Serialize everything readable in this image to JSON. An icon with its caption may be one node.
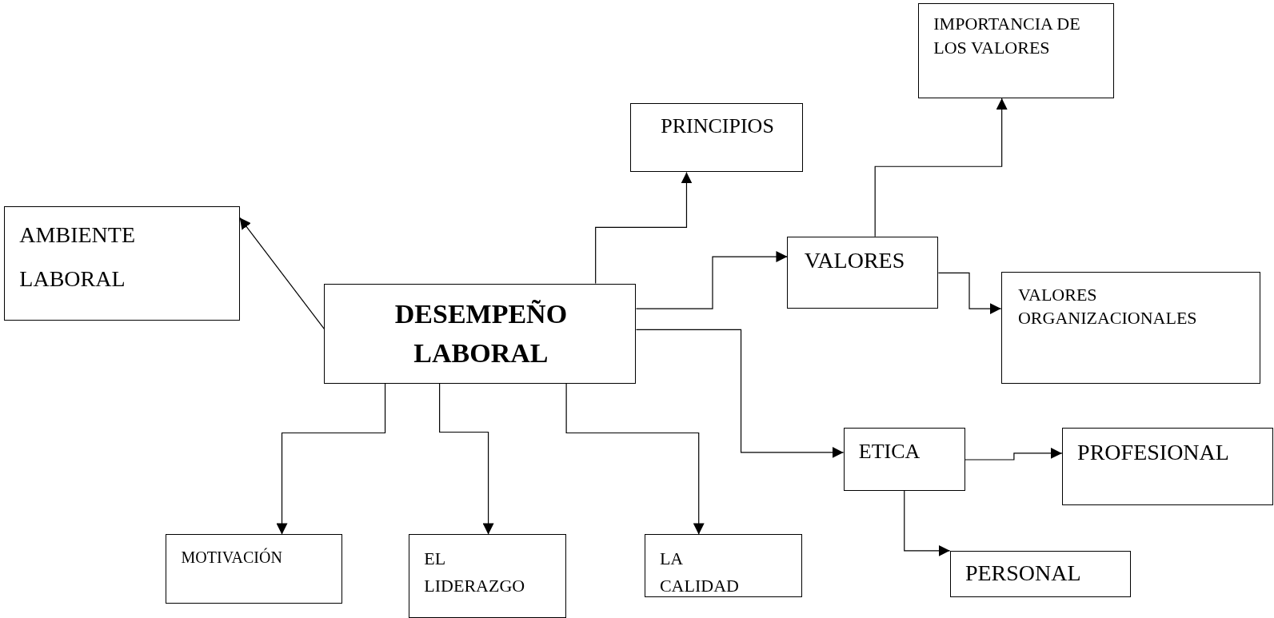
{
  "diagram": {
    "nodes": [
      {
        "text": [
          "DESEMPEÑO LABORAL"
        ]
      },
      {
        "text": [
          "AMBIENTE LABORAL"
        ]
      },
      {
        "text": [
          "PRINCIPIOS"
        ]
      },
      {
        "text": [
          "IMPORTANCIA DE LOS VALORES"
        ]
      },
      {
        "text": [
          "VALORES"
        ]
      },
      {
        "text": [
          "VALORES ORGANIZACIONALES"
        ]
      },
      {
        "text": [
          "ETICA"
        ]
      },
      {
        "text": [
          "PROFESIONAL"
        ]
      },
      {
        "text": [
          "PERSONAL"
        ]
      },
      {
        "text": [
          "MOTIVACIÓN"
        ]
      },
      {
        "text": [
          "EL LIDERAZGO"
        ]
      },
      {
        "text": [
          "LA CALIDAD"
        ]
      }
    ],
    "edges": [
      {
        "from": 0,
        "to": 1,
        "arrow": "to"
      },
      {
        "from": 0,
        "to": 2,
        "arrow": "to"
      },
      {
        "from": 0,
        "to": 4,
        "arrow": "to"
      },
      {
        "from": 0,
        "to": 6,
        "arrow": "to"
      },
      {
        "from": 0,
        "to": 9,
        "arrow": "to"
      },
      {
        "from": 0,
        "to": 10,
        "arrow": "to"
      },
      {
        "from": 0,
        "to": 11,
        "arrow": "to"
      },
      {
        "from": 4,
        "to": 3,
        "arrow": "to"
      },
      {
        "from": 4,
        "to": 5,
        "arrow": "to"
      },
      {
        "from": 6,
        "to": 7,
        "arrow": "to"
      },
      {
        "from": 6,
        "to": 8,
        "arrow": "to"
      }
    ]
  }
}
